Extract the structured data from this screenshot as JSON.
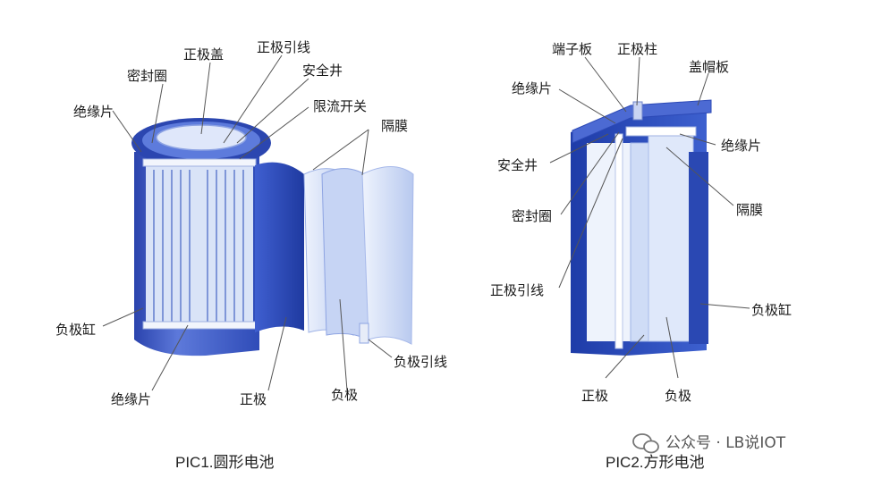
{
  "cylindrical": {
    "caption": "PIC1.圆形电池",
    "labels": {
      "positive_cap": "正极盖",
      "positive_lead": "正极引线",
      "seal_ring": "密封圈",
      "safety_vent": "安全井",
      "insulator_top": "绝缘片",
      "current_limit_switch": "限流开关",
      "separator": "隔膜",
      "negative_can": "负极缸",
      "negative_lead": "负极引线",
      "insulator_bottom": "绝缘片",
      "positive_electrode": "正极",
      "negative_electrode": "负极"
    }
  },
  "prismatic": {
    "caption": "PIC2.方形电池",
    "labels": {
      "terminal_plate": "端子板",
      "positive_post": "正极柱",
      "cap_plate": "盖帽板",
      "insulator_top": "绝缘片",
      "insulator_right": "绝缘片",
      "safety_vent": "安全井",
      "seal_ring": "密封圈",
      "separator": "隔膜",
      "positive_lead": "正极引线",
      "negative_can": "负极缸",
      "positive_electrode": "正极",
      "negative_electrode": "负极"
    }
  },
  "watermark": {
    "text": "公众号 · LB说IOT",
    "icon": "wechat-icon"
  },
  "colors": {
    "deep_blue": "#2c49b6",
    "mid_blue": "#5a75d6",
    "light_blue": "#c7d6f5",
    "pale": "#e8eefb"
  }
}
